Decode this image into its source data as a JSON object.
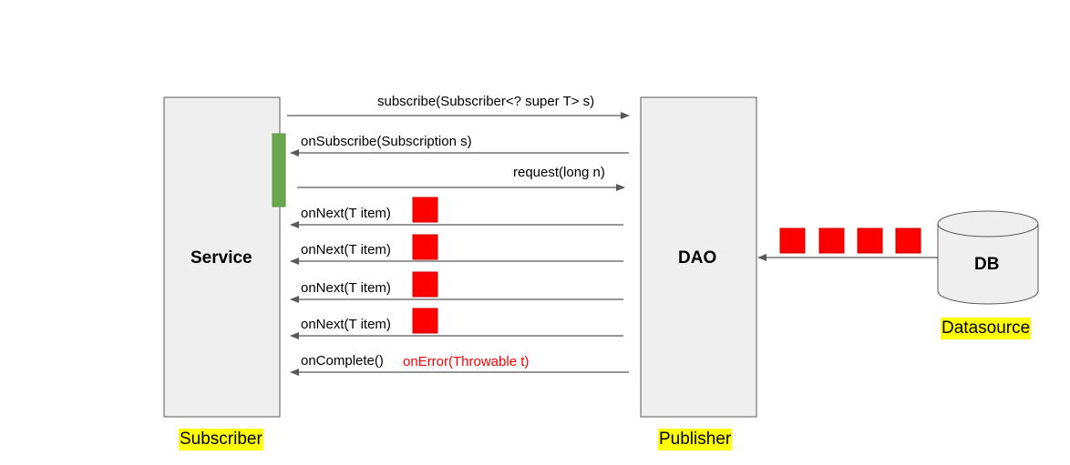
{
  "nodes": {
    "service": "Service",
    "dao": "DAO",
    "db": "DB"
  },
  "roles": {
    "subscriber": "Subscriber",
    "publisher": "Publisher",
    "datasource": "Datasource"
  },
  "messages": {
    "subscribe": "subscribe(Subscriber<? super T> s)",
    "on_subscribe": "onSubscribe(Subscription s)",
    "request": "request(long n)",
    "on_next": [
      "onNext(T item)",
      "onNext(T item)",
      "onNext(T item)",
      "onNext(T item)"
    ],
    "on_complete": "onComplete()",
    "on_error": "onError(Throwable t)"
  },
  "colors": {
    "box_fill": "#efefef",
    "box_stroke": "#595959",
    "arrow": "#595959",
    "item_red": "#ff0000",
    "subscription_green": "#6aa84f",
    "highlight_yellow": "#ffff00",
    "error_text": "#ff0000"
  }
}
